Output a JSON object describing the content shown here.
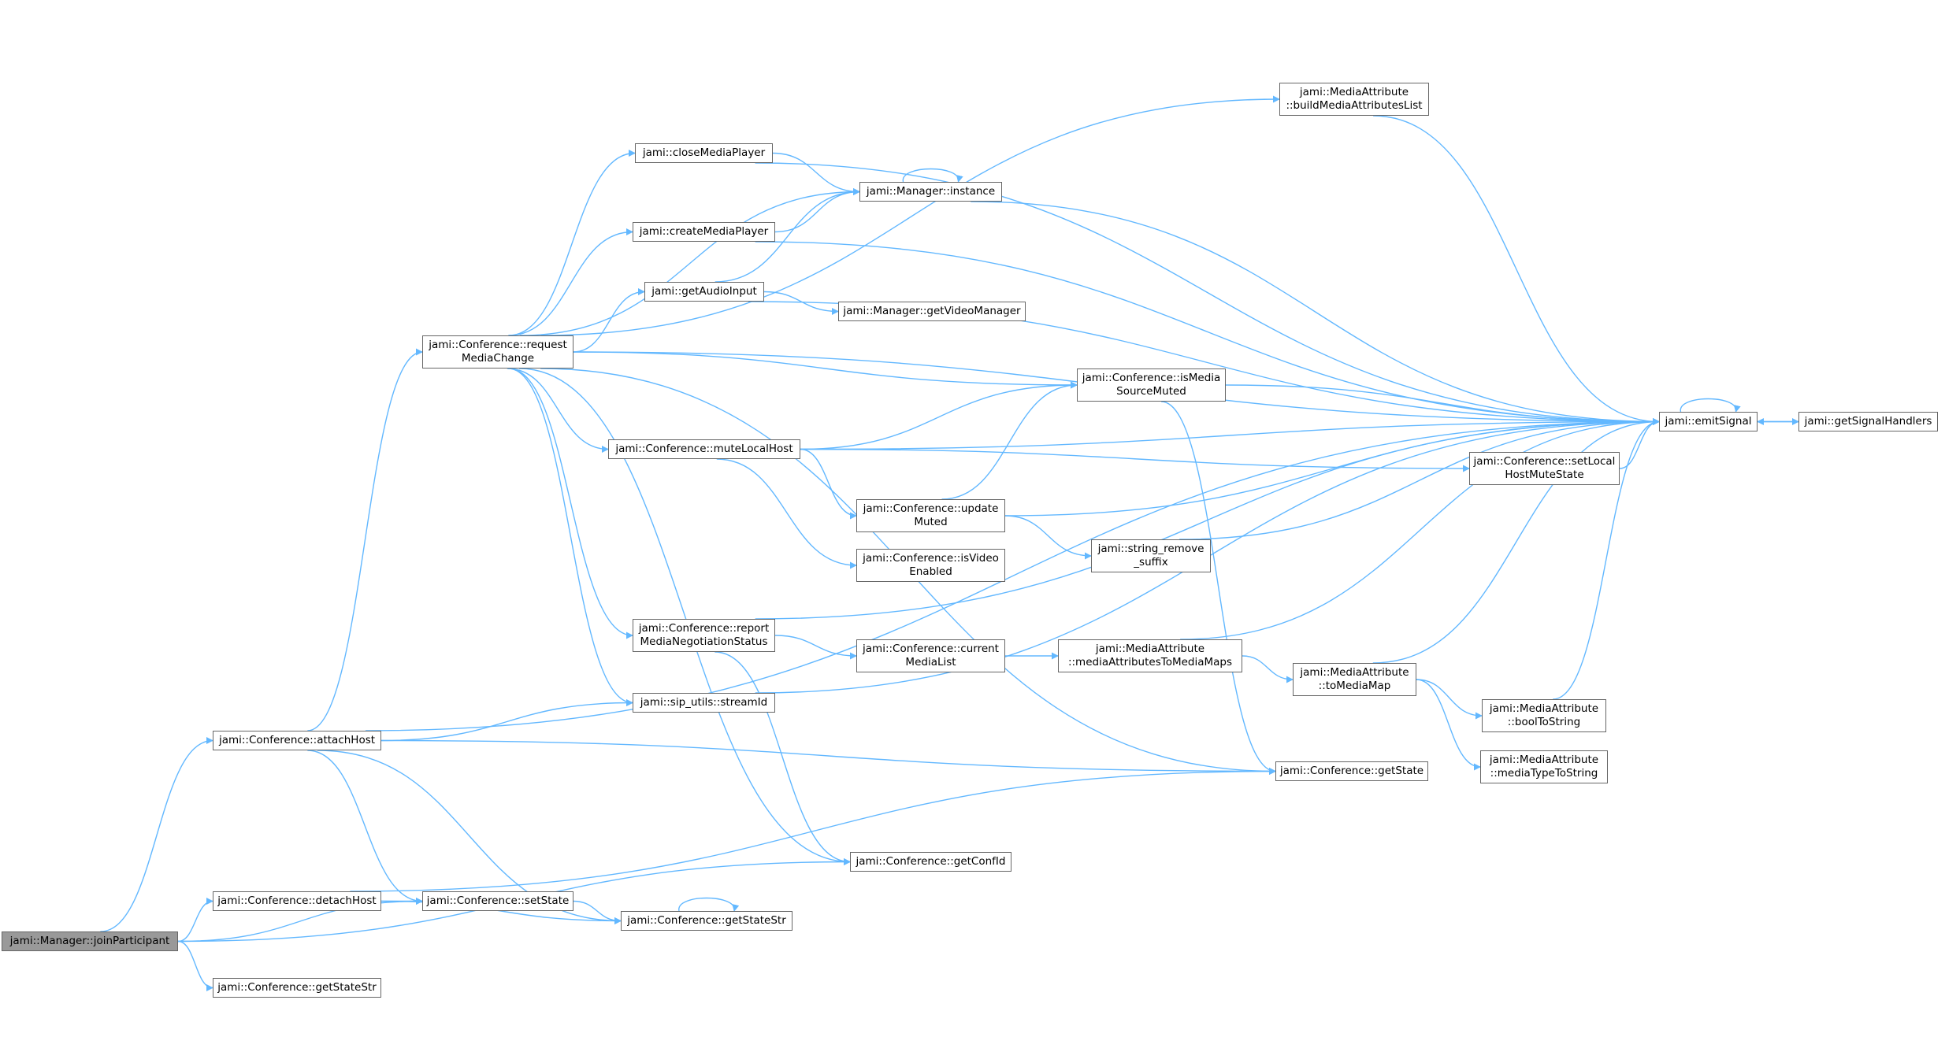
{
  "title": "jami::Manager::joinParticipant",
  "colors": {
    "edge": "#63b8ff",
    "node_border": "#666666",
    "root_fill": "#999999",
    "node_fill": "#ffffff"
  },
  "nodes": {
    "joinParticipant": {
      "lines": [
        "jami::Manager::joinParticipant"
      ]
    },
    "attachHost": {
      "lines": [
        "jami::Conference::attachHost"
      ]
    },
    "detachHost": {
      "lines": [
        "jami::Conference::detachHost"
      ]
    },
    "getStateStr1": {
      "lines": [
        "jami::Conference::getStateStr"
      ]
    },
    "requestMediaChange": {
      "lines": [
        "jami::Conference::request",
        "MediaChange"
      ]
    },
    "setState": {
      "lines": [
        "jami::Conference::setState"
      ]
    },
    "getStateStr2": {
      "lines": [
        "jami::Conference::getStateStr"
      ]
    },
    "closeMediaPlayer": {
      "lines": [
        "jami::closeMediaPlayer"
      ]
    },
    "createMediaPlayer": {
      "lines": [
        "jami::createMediaPlayer"
      ]
    },
    "getAudioInput": {
      "lines": [
        "jami::getAudioInput"
      ]
    },
    "muteLocalHost": {
      "lines": [
        "jami::Conference::muteLocalHost"
      ]
    },
    "reportMNS": {
      "lines": [
        "jami::Conference::report",
        "MediaNegotiationStatus"
      ]
    },
    "streamId": {
      "lines": [
        "jami::sip_utils::streamId"
      ]
    },
    "managerInstance": {
      "lines": [
        "jami::Manager::instance"
      ]
    },
    "getVideoManager": {
      "lines": [
        "jami::Manager::getVideoManager"
      ]
    },
    "updateMuted": {
      "lines": [
        "jami::Conference::update",
        "Muted"
      ]
    },
    "isVideoEnabled": {
      "lines": [
        "jami::Conference::isVideo",
        "Enabled"
      ]
    },
    "currentMediaList": {
      "lines": [
        "jami::Conference::current",
        "MediaList"
      ]
    },
    "getConfId": {
      "lines": [
        "jami::Conference::getConfId"
      ]
    },
    "isMediaSourceMuted": {
      "lines": [
        "jami::Conference::isMedia",
        "SourceMuted"
      ]
    },
    "stringRemoveSuffix": {
      "lines": [
        "jami::string_remove",
        "_suffix"
      ]
    },
    "mediaAttributesToMediaMaps": {
      "lines": [
        "jami::MediaAttribute",
        "::mediaAttributesToMediaMaps"
      ]
    },
    "buildMediaAttributesList": {
      "lines": [
        "jami::MediaAttribute",
        "::buildMediaAttributesList"
      ]
    },
    "getState": {
      "lines": [
        "jami::Conference::getState"
      ]
    },
    "toMediaMap": {
      "lines": [
        "jami::MediaAttribute",
        "::toMediaMap"
      ]
    },
    "setLocalHostMuteState": {
      "lines": [
        "jami::Conference::setLocal",
        "HostMuteState"
      ]
    },
    "boolToString": {
      "lines": [
        "jami::MediaAttribute",
        "::boolToString"
      ]
    },
    "mediaTypeToString": {
      "lines": [
        "jami::MediaAttribute",
        "::mediaTypeToString"
      ]
    },
    "emitSignal": {
      "lines": [
        "jami::emitSignal"
      ]
    },
    "getSignalHandlers": {
      "lines": [
        "jami::getSignalHandlers"
      ]
    }
  },
  "edges": [
    [
      "joinParticipant",
      "attachHost"
    ],
    [
      "joinParticipant",
      "detachHost"
    ],
    [
      "joinParticipant",
      "getConfId"
    ],
    [
      "joinParticipant",
      "getStateStr1"
    ],
    [
      "joinParticipant",
      "setState"
    ],
    [
      "attachHost",
      "emitSignal"
    ],
    [
      "attachHost",
      "getState"
    ],
    [
      "attachHost",
      "getStateStr2"
    ],
    [
      "attachHost",
      "requestMediaChange"
    ],
    [
      "attachHost",
      "setState"
    ],
    [
      "attachHost",
      "streamId"
    ],
    [
      "detachHost",
      "getState"
    ],
    [
      "detachHost",
      "getStateStr2"
    ],
    [
      "detachHost",
      "setState"
    ],
    [
      "setState",
      "getStateStr2"
    ],
    [
      "getStateStr2",
      "getStateStr2"
    ],
    [
      "requestMediaChange",
      "buildMediaAttributesList"
    ],
    [
      "requestMediaChange",
      "closeMediaPlayer"
    ],
    [
      "requestMediaChange",
      "createMediaPlayer"
    ],
    [
      "requestMediaChange",
      "emitSignal"
    ],
    [
      "requestMediaChange",
      "getAudioInput"
    ],
    [
      "requestMediaChange",
      "getConfId"
    ],
    [
      "requestMediaChange",
      "getState"
    ],
    [
      "requestMediaChange",
      "managerInstance"
    ],
    [
      "requestMediaChange",
      "isMediaSourceMuted"
    ],
    [
      "requestMediaChange",
      "muteLocalHost"
    ],
    [
      "requestMediaChange",
      "reportMNS"
    ],
    [
      "requestMediaChange",
      "streamId"
    ],
    [
      "closeMediaPlayer",
      "emitSignal"
    ],
    [
      "closeMediaPlayer",
      "managerInstance"
    ],
    [
      "managerInstance",
      "emitSignal"
    ],
    [
      "managerInstance",
      "managerInstance"
    ],
    [
      "createMediaPlayer",
      "emitSignal"
    ],
    [
      "createMediaPlayer",
      "managerInstance"
    ],
    [
      "getAudioInput",
      "emitSignal"
    ],
    [
      "getAudioInput",
      "managerInstance"
    ],
    [
      "getAudioInput",
      "getVideoManager"
    ],
    [
      "muteLocalHost",
      "emitSignal"
    ],
    [
      "muteLocalHost",
      "isMediaSourceMuted"
    ],
    [
      "muteLocalHost",
      "isVideoEnabled"
    ],
    [
      "muteLocalHost",
      "setLocalHostMuteState"
    ],
    [
      "muteLocalHost",
      "updateMuted"
    ],
    [
      "isMediaSourceMuted",
      "emitSignal"
    ],
    [
      "isMediaSourceMuted",
      "getState"
    ],
    [
      "updateMuted",
      "emitSignal"
    ],
    [
      "updateMuted",
      "isMediaSourceMuted"
    ],
    [
      "updateMuted",
      "stringRemoveSuffix"
    ],
    [
      "stringRemoveSuffix",
      "emitSignal"
    ],
    [
      "setLocalHostMuteState",
      "emitSignal"
    ],
    [
      "reportMNS",
      "currentMediaList"
    ],
    [
      "reportMNS",
      "emitSignal"
    ],
    [
      "reportMNS",
      "getConfId"
    ],
    [
      "currentMediaList",
      "mediaAttributesToMediaMaps"
    ],
    [
      "mediaAttributesToMediaMaps",
      "emitSignal"
    ],
    [
      "mediaAttributesToMediaMaps",
      "toMediaMap"
    ],
    [
      "toMediaMap",
      "boolToString"
    ],
    [
      "toMediaMap",
      "emitSignal"
    ],
    [
      "toMediaMap",
      "mediaTypeToString"
    ],
    [
      "boolToString",
      "emitSignal"
    ],
    [
      "streamId",
      "emitSignal"
    ],
    [
      "buildMediaAttributesList",
      "emitSignal"
    ],
    [
      "emitSignal",
      "emitSignal"
    ],
    [
      "emitSignal",
      "getSignalHandlers"
    ],
    [
      "getSignalHandlers",
      "emitSignal"
    ]
  ]
}
